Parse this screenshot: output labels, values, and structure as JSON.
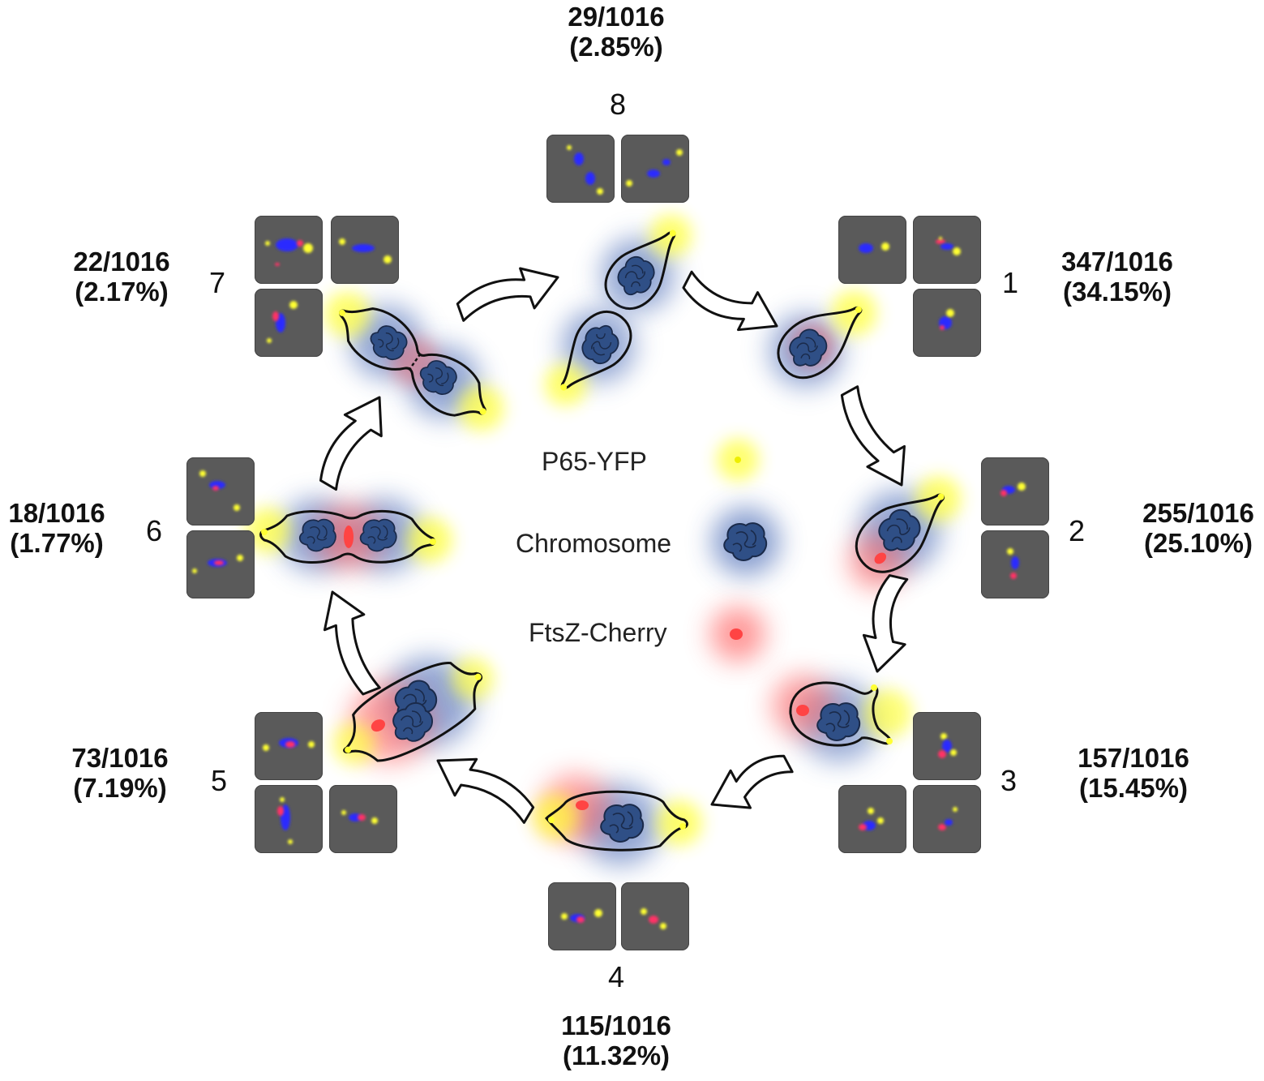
{
  "stages": [
    {
      "id": "1",
      "count": "347/1016",
      "percent": "(34.15%)"
    },
    {
      "id": "2",
      "count": "255/1016",
      "percent": "(25.10%)"
    },
    {
      "id": "3",
      "count": "157/1016",
      "percent": "(15.45%)"
    },
    {
      "id": "4",
      "count": "115/1016",
      "percent": "(11.32%)"
    },
    {
      "id": "5",
      "count": "73/1016",
      "percent": "(7.19%)"
    },
    {
      "id": "6",
      "count": "18/1016",
      "percent": "(1.77%)"
    },
    {
      "id": "7",
      "count": "22/1016",
      "percent": "(2.17%)"
    },
    {
      "id": "8",
      "count": "29/1016",
      "percent": "(2.85%)"
    }
  ],
  "legend": {
    "yfp": "P65-YFP",
    "chromosome": "Chromosome",
    "ftsz": "FtsZ-Cherry"
  },
  "colors": {
    "yfp": "#ffff33",
    "chromosome": "#3b5fb0",
    "ftsz": "#ff5555",
    "thumb_bg": "#5a5a5a"
  }
}
